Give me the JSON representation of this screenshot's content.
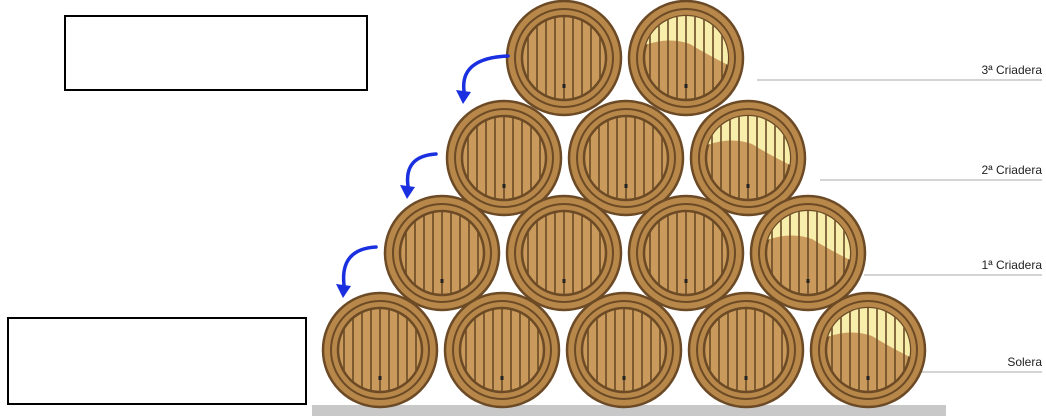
{
  "colors": {
    "wood": "#c99a5b",
    "wood_dark": "#6b4a25",
    "ring": "#b8874a",
    "wine": "#f6eeaa",
    "arrow": "#1a2fe0",
    "line": "#a8a8a8",
    "ground": "#c8c8c8"
  },
  "tiers": [
    {
      "label": "3ª Criadera",
      "barrels": 2
    },
    {
      "label": "2ª Criadera",
      "barrels": 3
    },
    {
      "label": "1ª Criadera",
      "barrels": 4
    },
    {
      "label": "Solera",
      "barrels": 5
    }
  ],
  "boxes": {
    "top_text": "",
    "bottom_text": ""
  }
}
